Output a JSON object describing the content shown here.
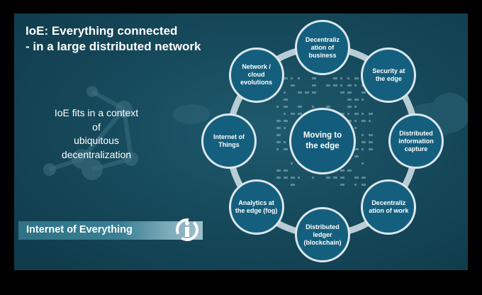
{
  "title": {
    "line1": "IoE: Everything connected",
    "line2": "- in a large distributed network"
  },
  "context": {
    "line1": "IoE fits in a context",
    "line2": "of",
    "line3": "ubiquitous",
    "line4": "decentralization"
  },
  "banner": {
    "label": "Internet of Everything",
    "logo_icon": "ioe-logo-icon"
  },
  "diagram": {
    "center": "Moving to the edge",
    "nodes": [
      "Decentraliz ation of business",
      "Security at the edge",
      "Distributed information capture",
      "Decentraliz ation of work",
      "Distributed ledger (blockchain)",
      "Analytics at the edge (fog)",
      "Internet of Things",
      "Network / cloud evolutions"
    ]
  },
  "colors": {
    "background": "#164a5c",
    "node_fill": "#155f7e",
    "ring": "#b9cdd5",
    "text": "#ffffff"
  }
}
